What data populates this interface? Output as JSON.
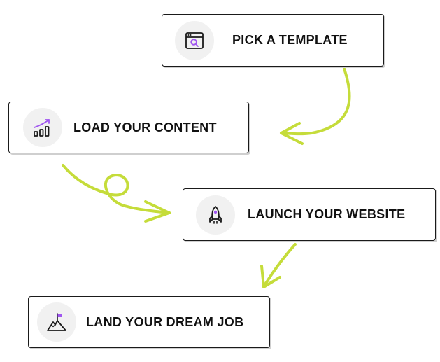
{
  "colors": {
    "arrow": "#c5dc3a",
    "icon_stroke": "#1a1a1a",
    "icon_accent": "#a056f0",
    "icon_bg": "#f1f1f1",
    "border": "#1a1a1a"
  },
  "steps": [
    {
      "label": "PICK A TEMPLATE",
      "icon": "browser-search-icon"
    },
    {
      "label": "LOAD YOUR CONTENT",
      "icon": "growth-chart-icon"
    },
    {
      "label": "LAUNCH YOUR WEBSITE",
      "icon": "rocket-icon"
    },
    {
      "label": "LAND YOUR DREAM JOB",
      "icon": "mountain-flag-icon"
    }
  ]
}
